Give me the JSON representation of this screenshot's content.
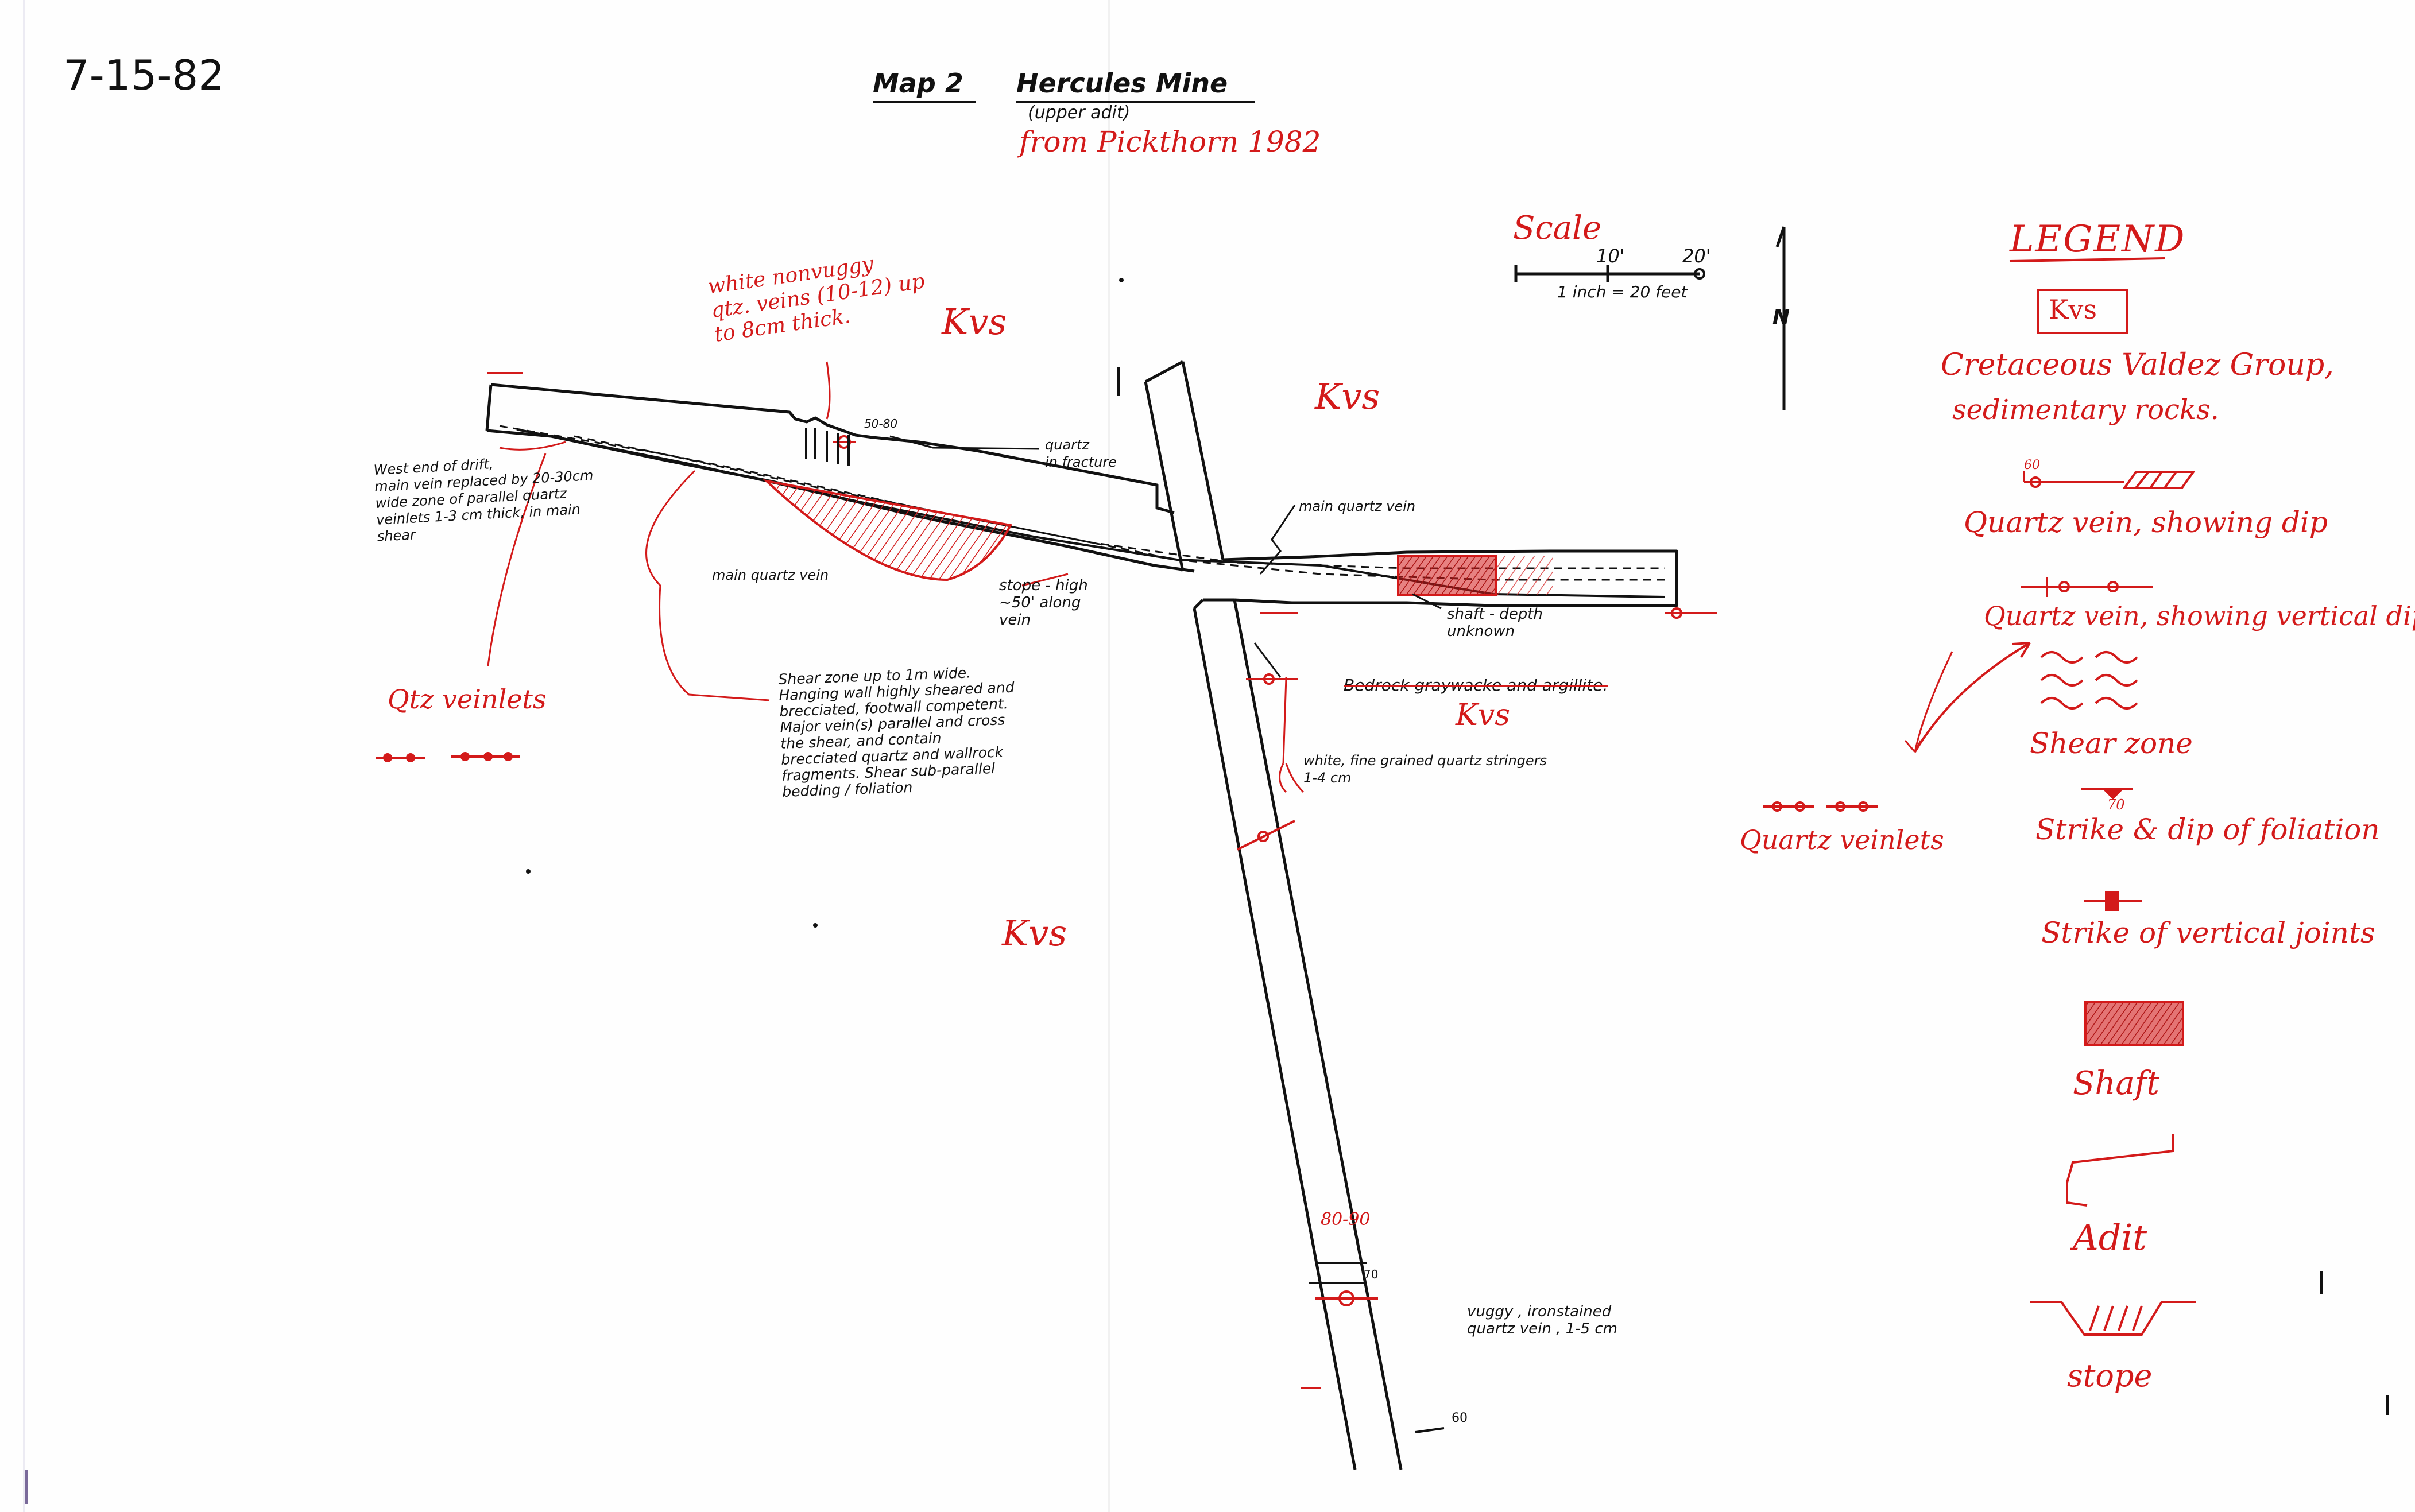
{
  "date": "7-15-82",
  "header": {
    "map_label": "Map 2",
    "mine_name": "Hercules Mine",
    "subtitle": "(upper adit)",
    "source": "from Pickthorn 1982"
  },
  "scale": {
    "title": "Scale",
    "tick_10": "10'",
    "tick_20": "20'",
    "ratio": "1 inch = 20 feet"
  },
  "north_label": "N",
  "unit_labels": {
    "kvs_1": "Kvs",
    "kvs_2": "Kvs",
    "kvs_3": "Kvs",
    "kvs_4": "Kvs"
  },
  "annotations": {
    "white_veins": [
      "white nonvuggy",
      "qtz. veins (10-12) up",
      "to 8cm thick."
    ],
    "west_end": [
      "West end of drift,",
      "main vein replaced by  20-30cm",
      "wide zone of parallel quartz",
      "veinlets 1-3 cm thick, in main",
      "shear"
    ],
    "main_quartz_vein_left": "main quartz vein",
    "main_quartz_vein_right": "main quartz vein",
    "quartz_in_fracture": [
      "quartz",
      "in fracture"
    ],
    "stope": [
      "stope - high",
      "~50' along",
      "vein"
    ],
    "shear_zone": [
      "Shear zone up to 1m wide.",
      "Hanging wall highly sheared and",
      "brecciated, footwall competent.",
      "Major vein(s) parallel and cross",
      "the shear, and contain",
      "brecciated quartz and wallrock",
      "fragments.  Shear sub-parallel",
      "bedding / foliation"
    ],
    "shaft_depth": [
      "shaft - depth",
      "unknown"
    ],
    "bedrock": "Bedrock  graywacke  and  argillite.",
    "stringers": [
      "white, fine grained  quartz  stringers",
      "1-4 cm"
    ],
    "vuggy_vein": [
      "vuggy , ironstained",
      "quartz vein , 1-5 cm"
    ],
    "qtz_veinlets_left": "Qtz veinlets",
    "qtz_veinlets_right": "Quartz veinlets",
    "dip_50_80": "50-80",
    "dip_80_90": "80-90",
    "dip_60": "60",
    "dip_70": "70",
    "dip_60_legend": "60",
    "dip_70_legend": "70"
  },
  "legend": {
    "title": "LEGEND",
    "unit_box": "Kvs",
    "unit_desc": [
      "Cretaceous Valdez Group,",
      "sedimentary rocks."
    ],
    "items": [
      {
        "label": "Quartz vein, showing dip",
        "icon": "dipping-vein-icon"
      },
      {
        "label": "Quartz vein, showing vertical dip",
        "icon": "vertical-vein-icon"
      },
      {
        "label": "Shear zone",
        "icon": "shear-zone-icon"
      },
      {
        "label": "Strike & dip of foliation",
        "icon": "foliation-icon"
      },
      {
        "label": "Strike of vertical joints",
        "icon": "vertical-joint-icon"
      },
      {
        "label": "Shaft",
        "icon": "shaft-icon"
      },
      {
        "label": "Adit",
        "icon": "adit-icon"
      },
      {
        "label": "stope",
        "icon": "stope-icon"
      }
    ]
  },
  "colors": {
    "ink": "#111111",
    "red_ink": "#d31a1a"
  }
}
